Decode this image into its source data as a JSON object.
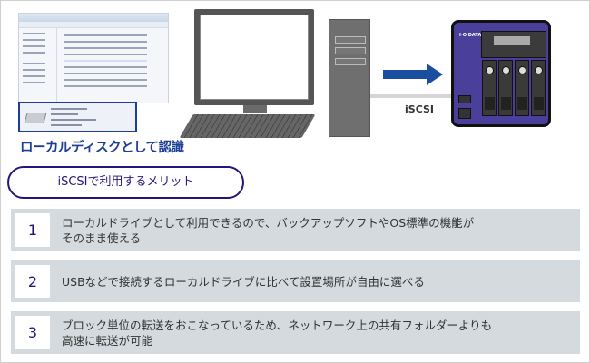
{
  "illustration": {
    "caption": "ローカルディスクとして認識",
    "connection_label": "iSCSI",
    "nas_brand": "I·O DATA",
    "colors": {
      "caption": "#1c3f94",
      "arrow": "#1c4ea0",
      "nas_body": "#4a3f9a"
    }
  },
  "merits": {
    "title": "iSCSIで利用するメリット",
    "items": [
      {
        "number": "1",
        "line1": "ローカルドライブとして利用できるので、バックアップソフトやOS標準の機能が",
        "line2": "そのまま使える"
      },
      {
        "number": "2",
        "line1": "USBなどで接続するローカルドライブに比べて設置場所が自由に選べる",
        "line2": ""
      },
      {
        "number": "3",
        "line1": "ブロック単位の転送をおこなっているため、ネットワーク上の共有フォルダーよりも",
        "line2": "高速に転送が可能"
      }
    ],
    "colors": {
      "accent": "#25157a",
      "row_bg": "#d4dadd"
    }
  }
}
